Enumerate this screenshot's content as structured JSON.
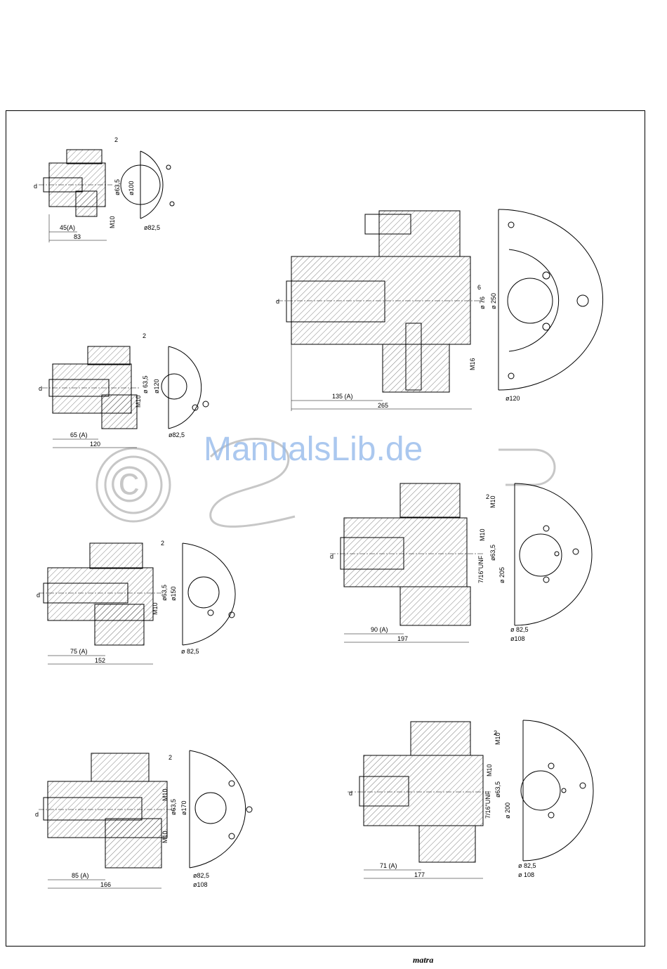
{
  "watermark": {
    "text": "ManualsLib.de",
    "copyright_symbol": "©",
    "color": "#8fb6ea"
  },
  "footer": {
    "brand": "matra"
  },
  "drawings": [
    {
      "name": "coupling-1",
      "d": "d",
      "len_a": "45(A)",
      "len_total": "83",
      "gap": "2",
      "thread": "M10",
      "dia_inner": "ø63,5",
      "dia_flange": "ø100",
      "dia_bolt": "ø82,5"
    },
    {
      "name": "coupling-2",
      "d": "d",
      "len_a": "65 (A)",
      "len_total": "120",
      "gap": "2",
      "thread": "M10",
      "dia_inner": "ø 63,5",
      "dia_flange": "ø120",
      "dia_bolt": "ø82,5"
    },
    {
      "name": "coupling-3",
      "d": "d",
      "len_a": "75 (A)",
      "len_total": "152",
      "gap": "2",
      "thread": "M10",
      "dia_inner": "ø63,5",
      "dia_flange": "ø150",
      "dia_bolt": "ø 82,5"
    },
    {
      "name": "coupling-4",
      "d": "d",
      "len_a": "85 (A)",
      "len_total": "166",
      "gap": "2",
      "thread": "M10",
      "thread2": "M10",
      "dia_inner": "ø63,5",
      "dia_flange": "ø170",
      "dia_bolt": "ø82,5",
      "dia_bolt2": "ø108"
    },
    {
      "name": "coupling-5",
      "d": "d",
      "len_a": "135 (A)",
      "len_total": "265",
      "gap": "6",
      "thread": "M16",
      "dia_inner": "ø 76",
      "dia_flange": "ø 250",
      "dia_bolt": "ø120"
    },
    {
      "name": "coupling-6",
      "d": "d",
      "len_a": "90 (A)",
      "len_total": "197",
      "gap": "2",
      "thread": "M10",
      "thread2": "M10",
      "unf": "7/16\"UNF",
      "dia_inner": "ø63,5",
      "dia_flange": "ø 205",
      "dia_bolt": "ø 82,5",
      "dia_bolt2": "ø108"
    },
    {
      "name": "coupling-7",
      "d": "d",
      "len_a": "71 (A)",
      "len_total": "177",
      "gap": "2",
      "thread": "M10",
      "thread2": "M10",
      "unf": "7/16\"UNF",
      "dia_inner": "ø63,5",
      "dia_flange": "ø 200",
      "dia_bolt": "ø 82,5",
      "dia_bolt2": "ø 108"
    }
  ]
}
